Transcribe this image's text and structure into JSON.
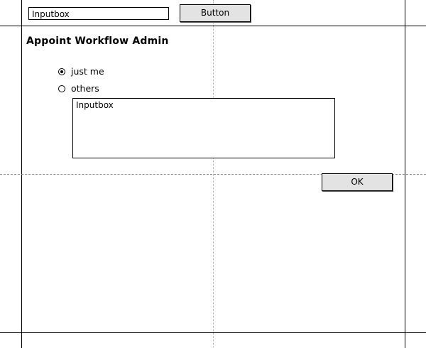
{
  "top_bar": {
    "input_value": "Inputbox",
    "button_label": "Button"
  },
  "dialog": {
    "title": "Appoint Workflow Admin",
    "options": [
      {
        "label": "just me",
        "selected": true
      },
      {
        "label": "others",
        "selected": false
      }
    ],
    "others_input_value": "Inputbox",
    "ok_label": "OK"
  }
}
